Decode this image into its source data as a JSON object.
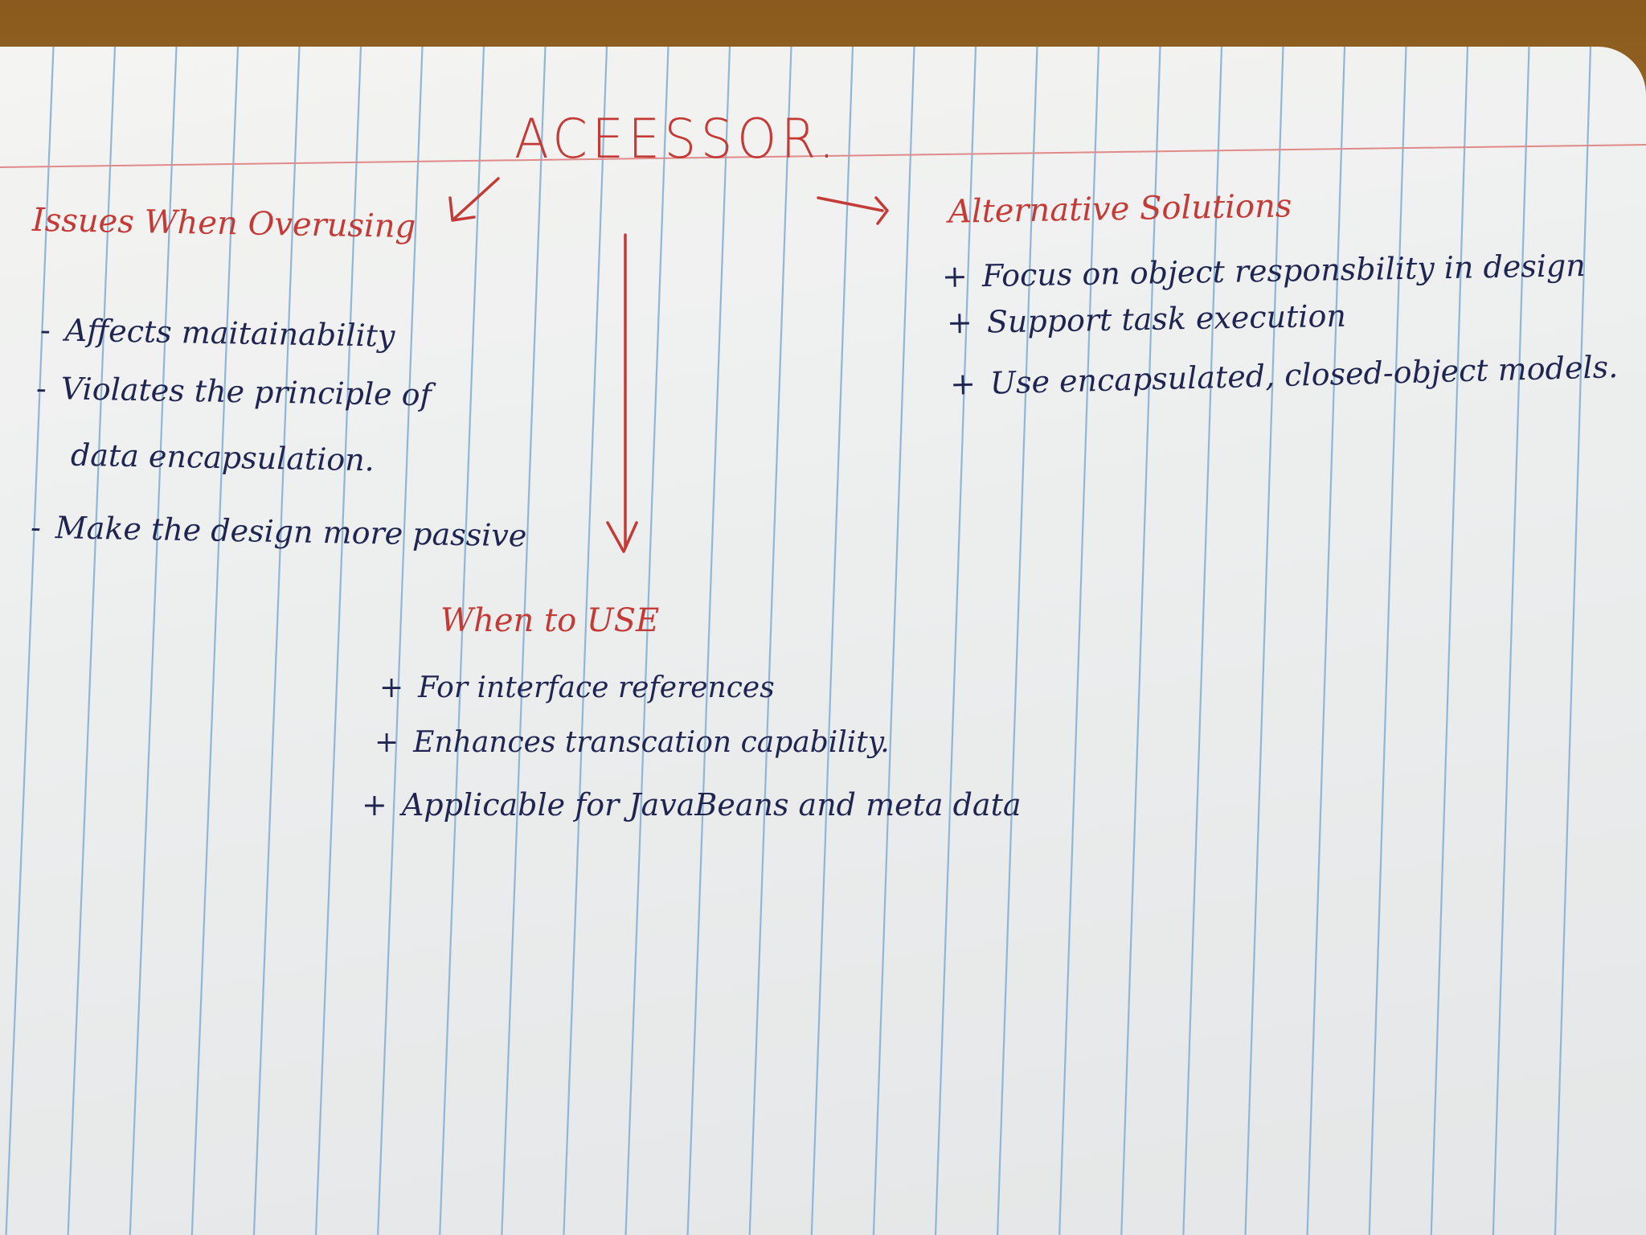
{
  "title": "ACEESSOR.",
  "left": {
    "heading": "Issues When Overusing",
    "items": [
      {
        "bullet": "-",
        "text": "Affects maitainability"
      },
      {
        "bullet": "-",
        "text": "Violates the principle of"
      },
      {
        "bullet": "",
        "text": "data encapsulation."
      },
      {
        "bullet": "-",
        "text": "Make the design more passive"
      }
    ]
  },
  "right": {
    "heading": "Alternative Solutions",
    "items": [
      {
        "bullet": "+",
        "text": "Focus on object responsbility in design"
      },
      {
        "bullet": "+",
        "text": "Support task execution"
      },
      {
        "bullet": "+",
        "text": "Use encapsulated, closed-object models."
      }
    ]
  },
  "bottom": {
    "heading": "When to USE",
    "items": [
      {
        "bullet": "+",
        "text": "For interface references"
      },
      {
        "bullet": "+",
        "text": "Enhances transcation capability."
      },
      {
        "bullet": "+",
        "text": "Applicable for JavaBeans and meta data"
      }
    ]
  },
  "colors": {
    "red_ink": "#c43a36",
    "blue_ink": "#1f2550",
    "paper": "#eceeee",
    "rule_blue": "#8fb6d8",
    "margin_red": "#e08a8a",
    "desk": "#a8742e"
  }
}
